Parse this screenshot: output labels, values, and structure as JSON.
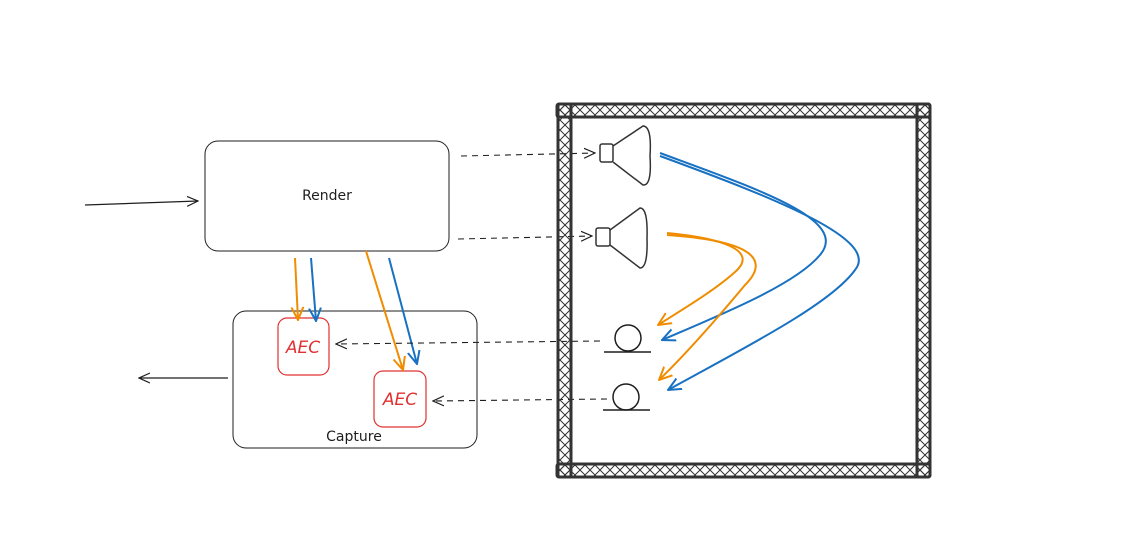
{
  "nodes": {
    "render": {
      "label": "Render"
    },
    "capture": {
      "label": "Capture"
    },
    "aec_1": {
      "label": "AEC"
    },
    "aec_2": {
      "label": "AEC"
    }
  },
  "colors": {
    "stroke": "#1e1e1e",
    "aec": "#e03131",
    "orange_path": "#f08c00",
    "blue_path": "#1971c2"
  },
  "icons": [
    "speaker-icon",
    "speaker-icon",
    "microphone-icon",
    "microphone-icon"
  ]
}
